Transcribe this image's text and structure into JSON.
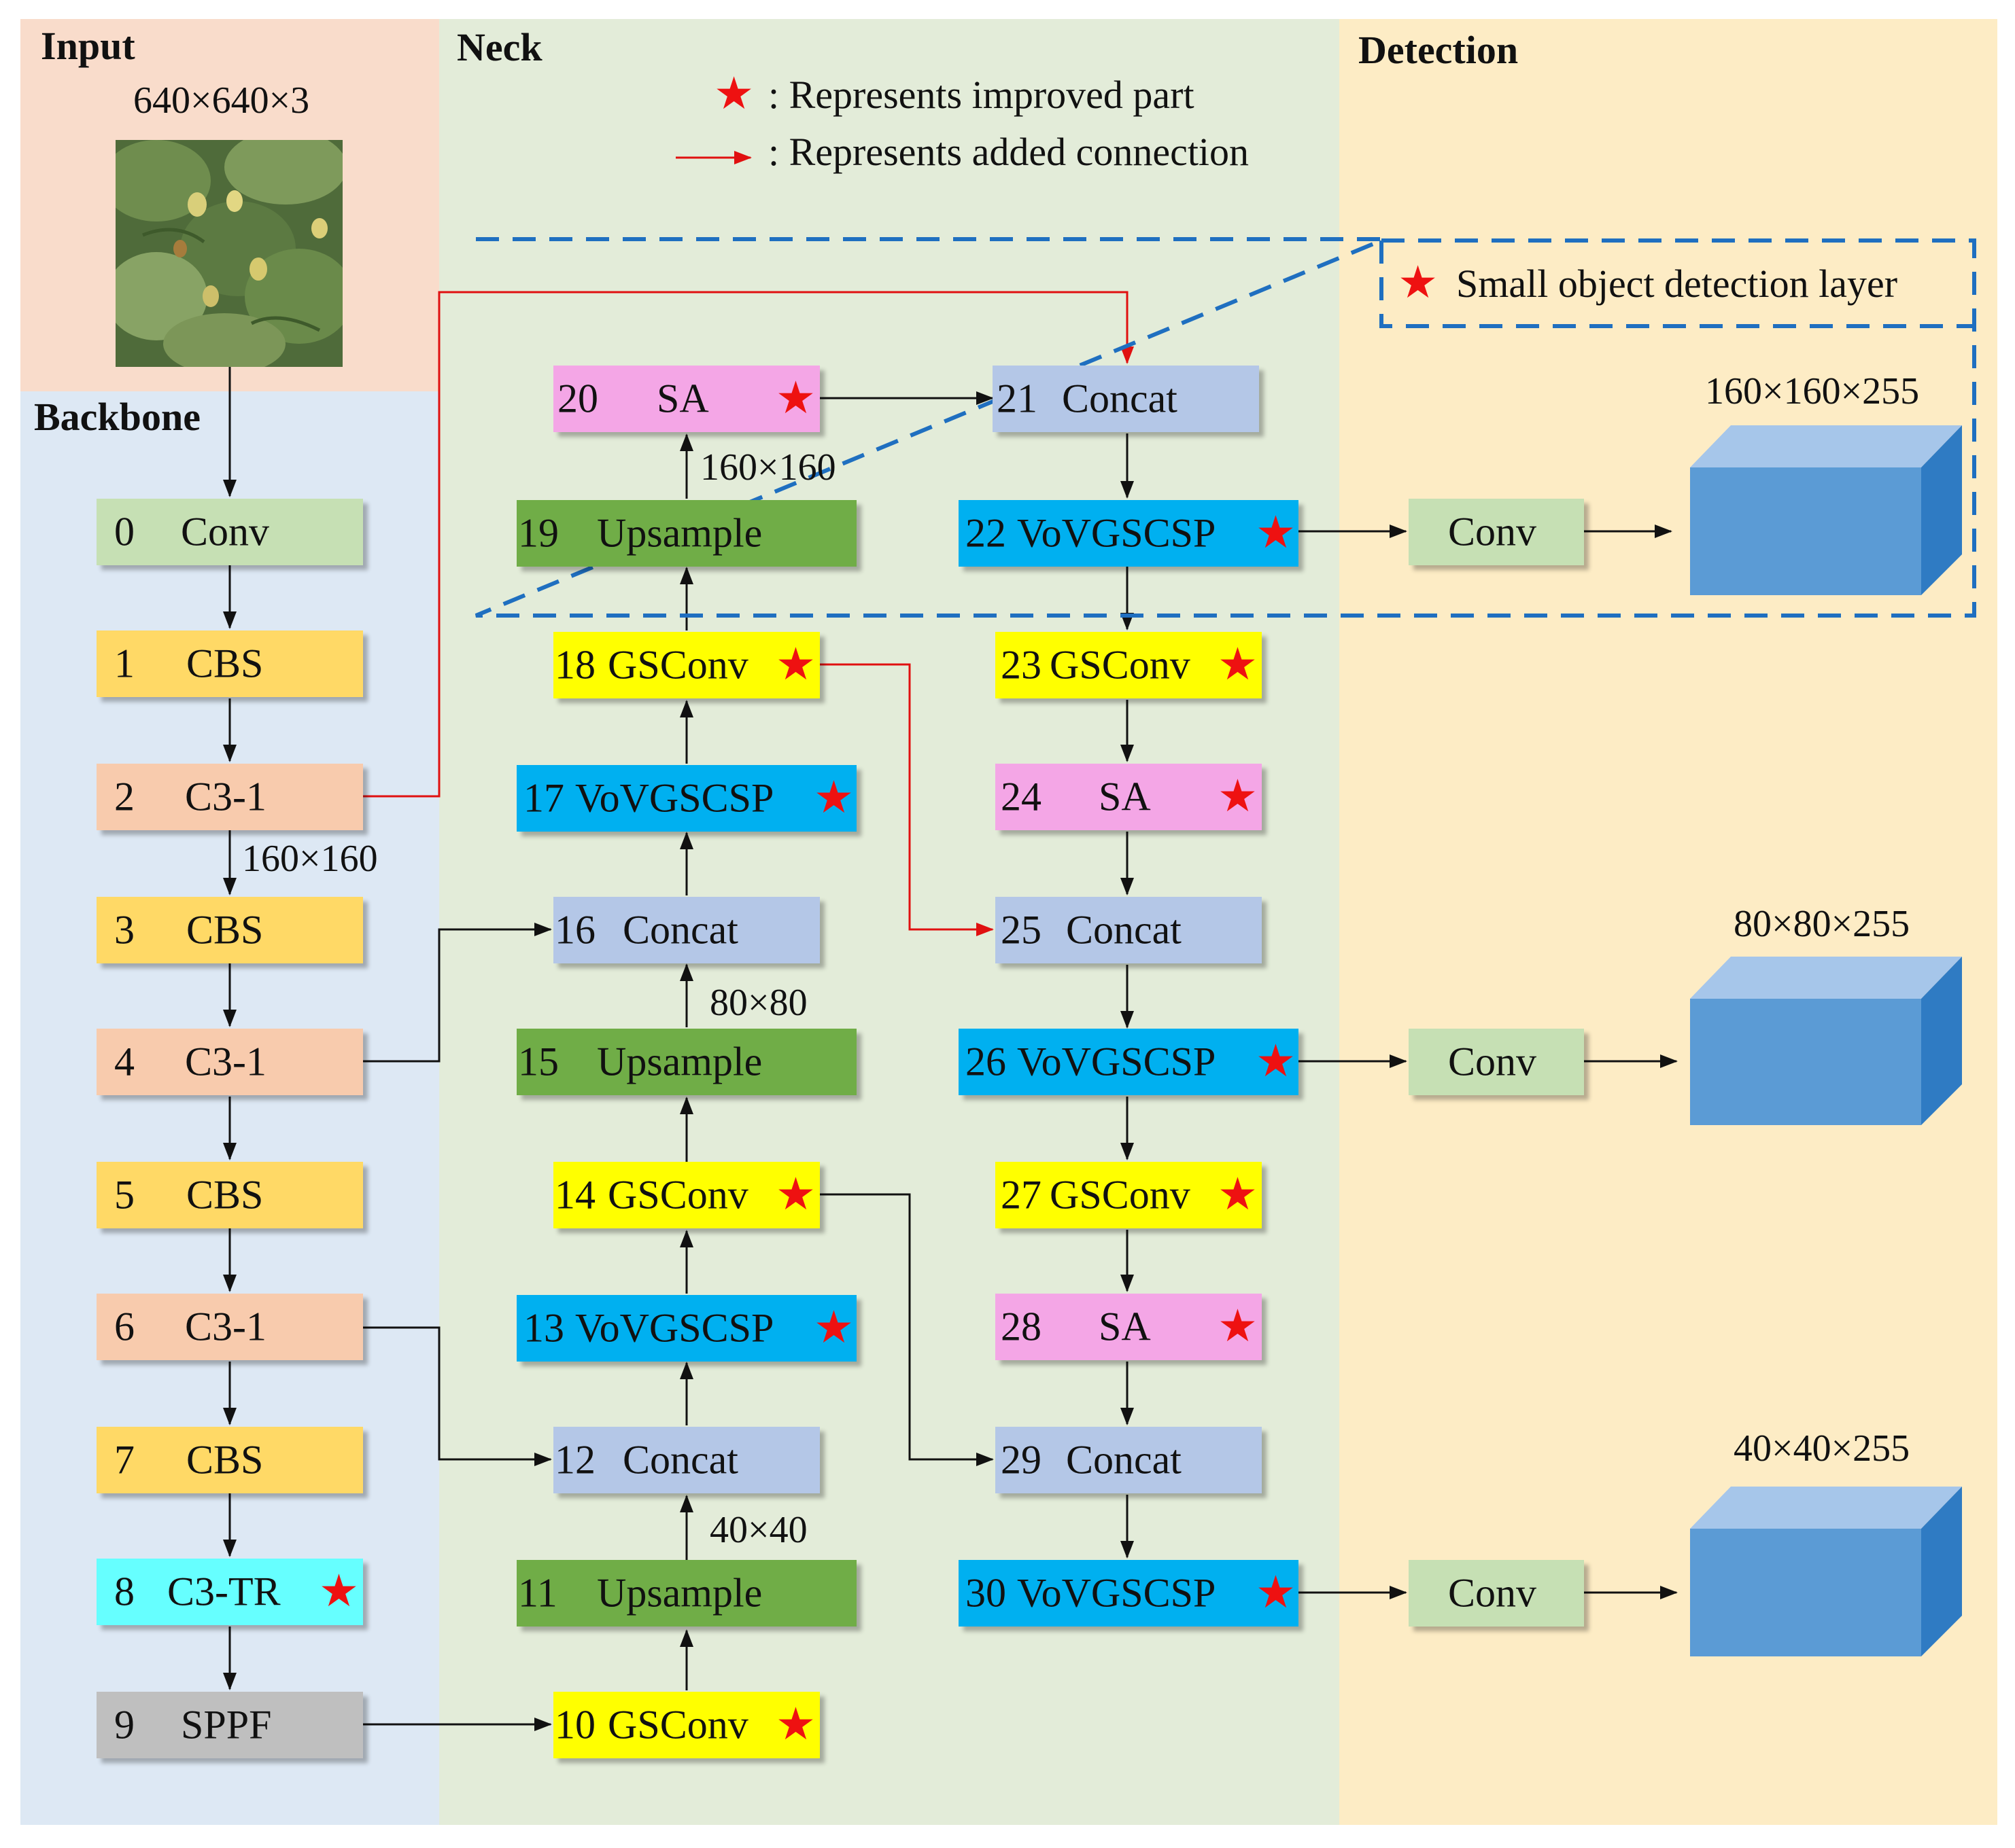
{
  "sections": {
    "input": "Input",
    "backbone": "Backbone",
    "neck": "Neck",
    "detection": "Detection"
  },
  "input_size": "640×640×3",
  "legend": {
    "improved": ": Represents improved part",
    "added": ": Represents added connection",
    "small_layer": "Small object detection layer"
  },
  "blocks": {
    "b0": {
      "n": "0",
      "l": "Conv"
    },
    "b1": {
      "n": "1",
      "l": "CBS"
    },
    "b2": {
      "n": "2",
      "l": "C3-1"
    },
    "b3": {
      "n": "3",
      "l": "CBS"
    },
    "b4": {
      "n": "4",
      "l": "C3-1"
    },
    "b5": {
      "n": "5",
      "l": "CBS"
    },
    "b6": {
      "n": "6",
      "l": "C3-1"
    },
    "b7": {
      "n": "7",
      "l": "CBS"
    },
    "b8": {
      "n": "8",
      "l": "C3-TR"
    },
    "b9": {
      "n": "9",
      "l": "SPPF"
    },
    "b10": {
      "n": "10",
      "l": "GSConv"
    },
    "b11": {
      "n": "11",
      "l": "Upsample"
    },
    "b12": {
      "n": "12",
      "l": "Concat"
    },
    "b13": {
      "n": "13",
      "l": "VoVGSCSP"
    },
    "b14": {
      "n": "14",
      "l": "GSConv"
    },
    "b15": {
      "n": "15",
      "l": "Upsample"
    },
    "b16": {
      "n": "16",
      "l": "Concat"
    },
    "b17": {
      "n": "17",
      "l": "VoVGSCSP"
    },
    "b18": {
      "n": "18",
      "l": "GSConv"
    },
    "b19": {
      "n": "19",
      "l": "Upsample"
    },
    "b20": {
      "n": "20",
      "l": "SA"
    },
    "b21": {
      "n": "21",
      "l": "Concat"
    },
    "b22": {
      "n": "22",
      "l": "VoVGSCSP"
    },
    "b23": {
      "n": "23",
      "l": "GSConv"
    },
    "b24": {
      "n": "24",
      "l": "SA"
    },
    "b25": {
      "n": "25",
      "l": "Concat"
    },
    "b26": {
      "n": "26",
      "l": "VoVGSCSP"
    },
    "b27": {
      "n": "27",
      "l": "GSConv"
    },
    "b28": {
      "n": "28",
      "l": "SA"
    },
    "b29": {
      "n": "29",
      "l": "Concat"
    },
    "b30": {
      "n": "30",
      "l": "VoVGSCSP"
    },
    "c1": {
      "l": "Conv"
    },
    "c2": {
      "l": "Conv"
    },
    "c3": {
      "l": "Conv"
    }
  },
  "dims": {
    "d2": "160×160",
    "d15": "80×80",
    "d11": "40×40",
    "d19": "160×160",
    "out1": "160×160×255",
    "out2": "80×80×255",
    "out3": "40×40×255"
  },
  "colors": {
    "conv_green": "#c6e0b4",
    "cbs_orange": "#ffd966",
    "c3_peach": "#f8cbad",
    "c3tr_cyan": "#66ffff",
    "sppf_gray": "#bfbfbf",
    "gsconv_yellow": "#ffff00",
    "upsample_green": "#70ad47",
    "concat_lavender": "#b4c7e7",
    "vovgscsp_blue": "#00b0f0",
    "sa_pink": "#f4a6e6",
    "star_red": "#ee1111",
    "dashed_blue": "#1f6fc0"
  }
}
